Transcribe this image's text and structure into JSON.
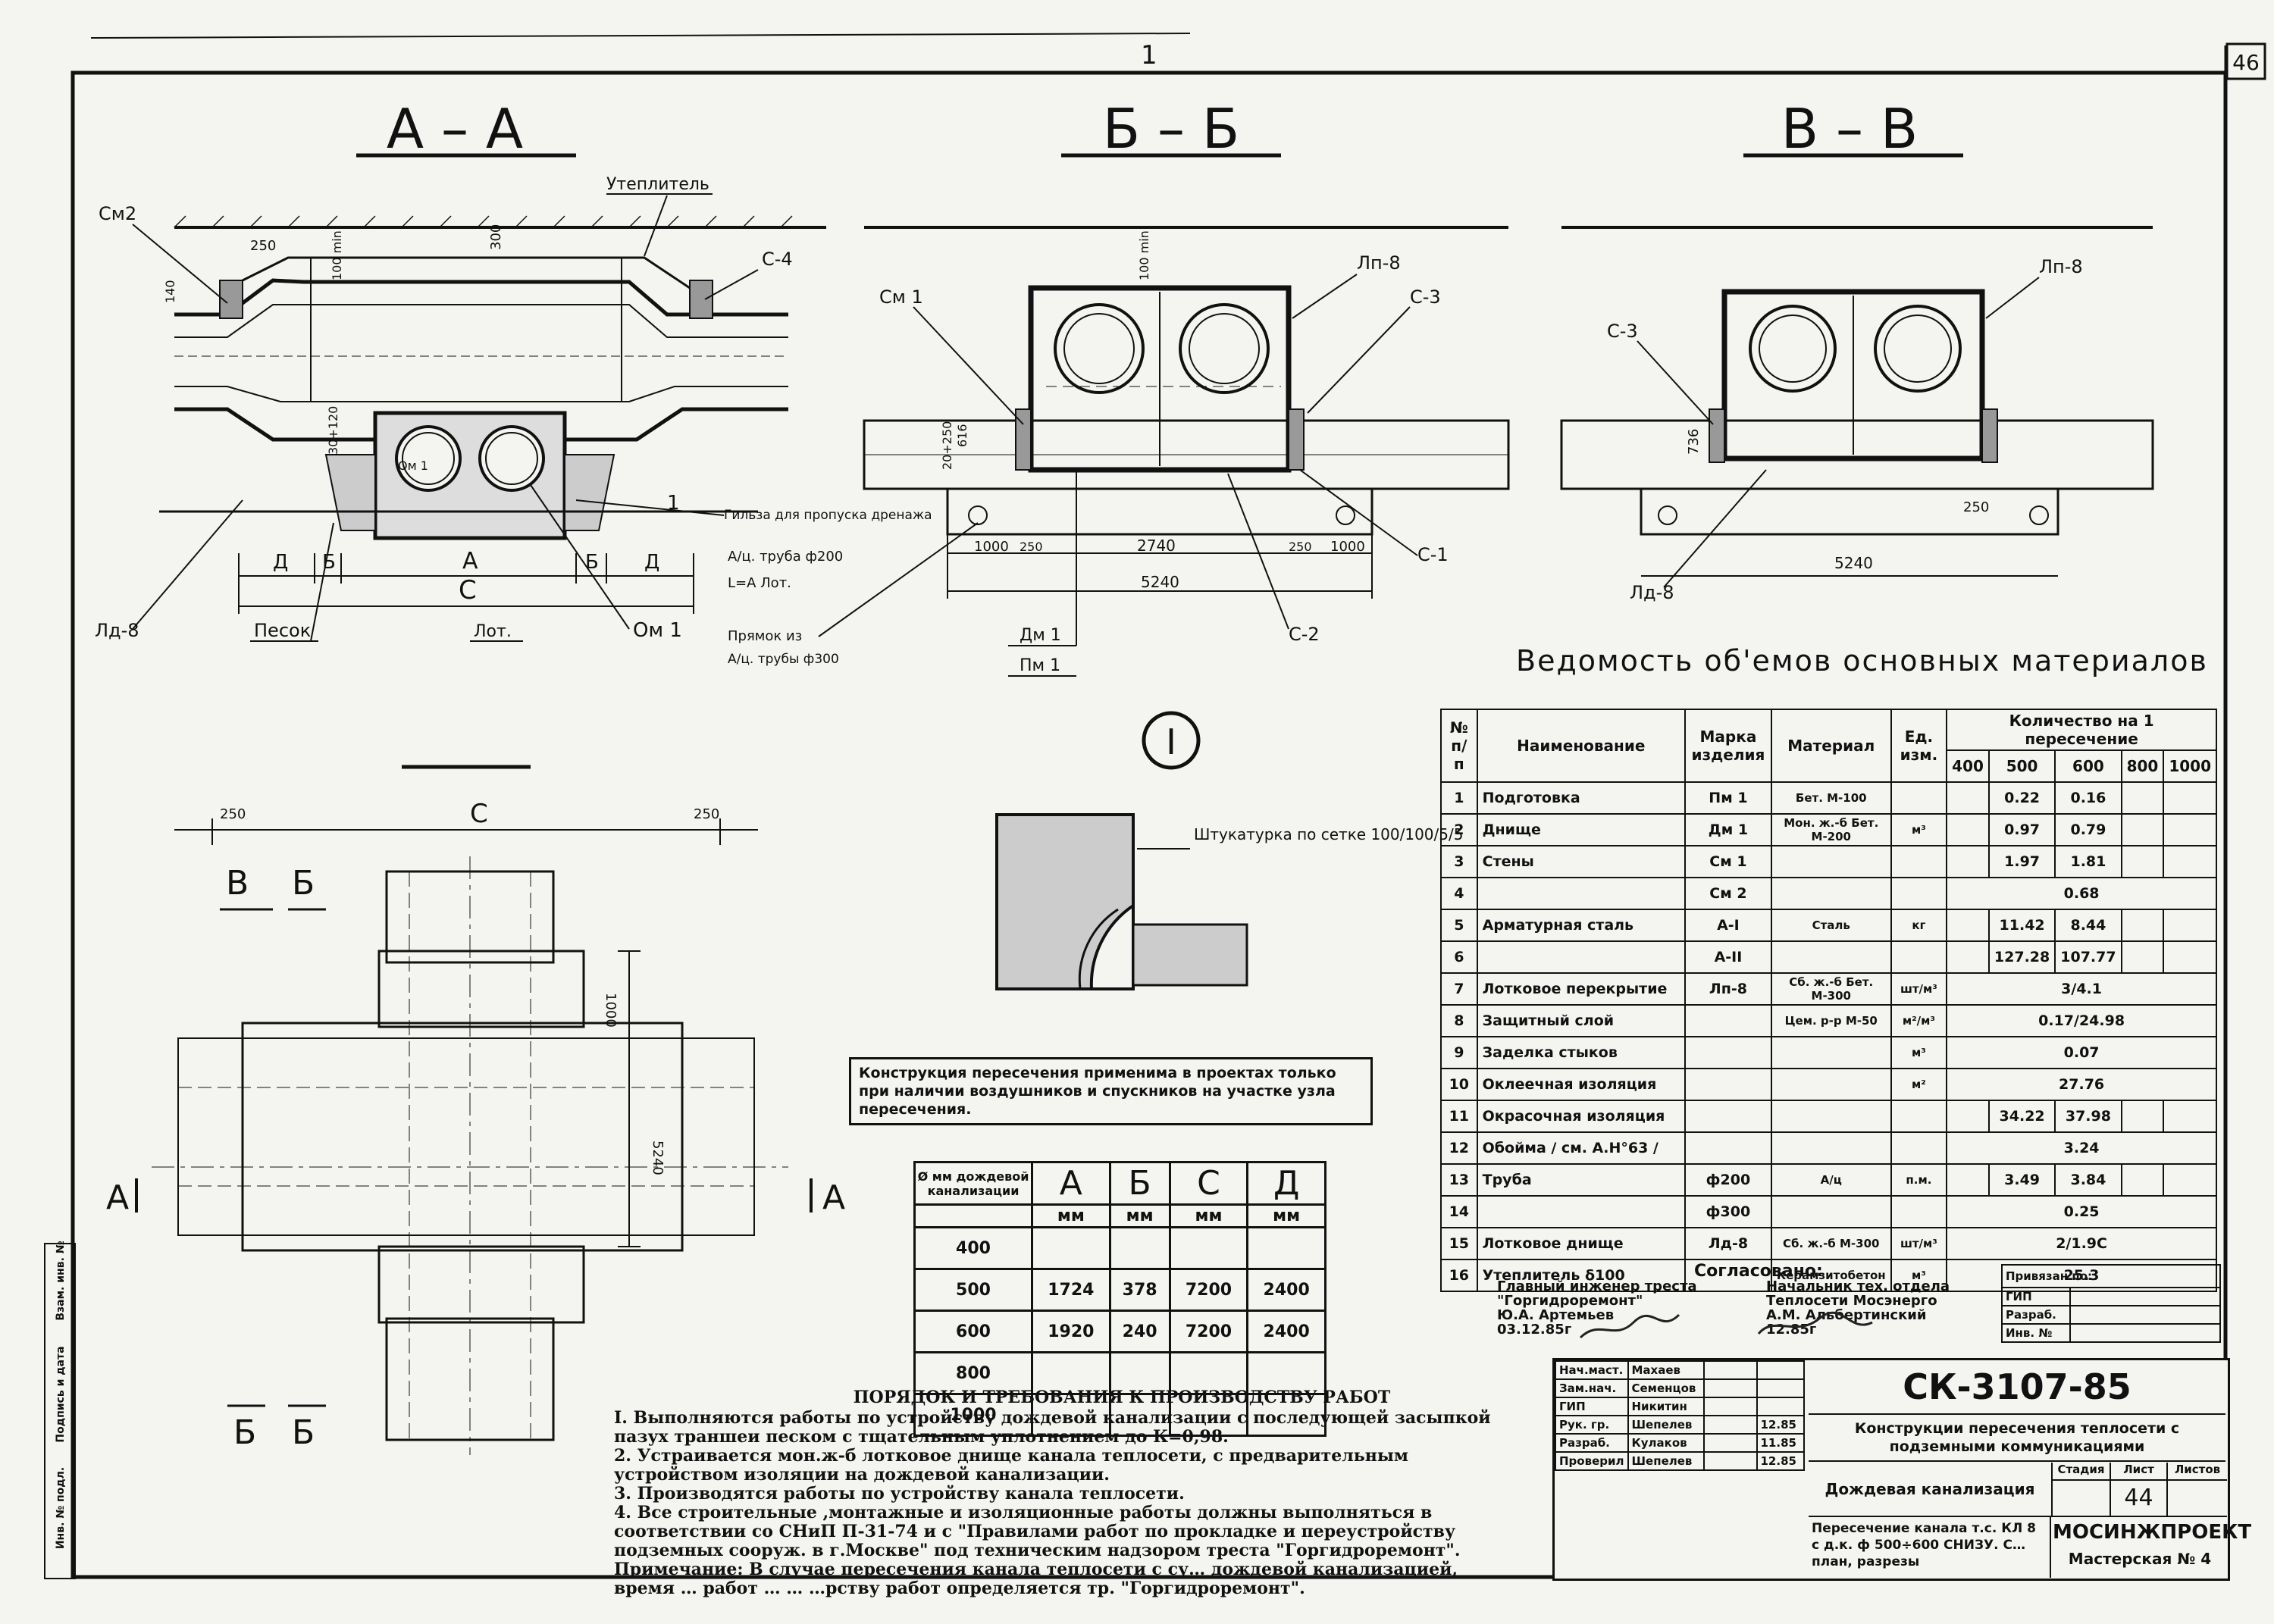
{
  "sheet_number": "46",
  "top_mark": "1",
  "sections": {
    "aa": {
      "title": "А  –  А",
      "labels": [
        "Утеплитель",
        "См2",
        "С-4",
        "250",
        "300",
        "100 min",
        "30+120",
        "140",
        "Ом 1",
        "1",
        "Гильза для пропуска дренажа",
        "А/ц. труба ф200",
        "L=А Лот.",
        "Д",
        "Б",
        "А",
        "Б",
        "Д",
        "С",
        "Лд-8",
        "Песок",
        "Лот.",
        "Ом 1"
      ]
    },
    "bb": {
      "title": "Б  –  Б",
      "labels": [
        "См 1",
        "Лп-8",
        "С-3",
        "100 min",
        "616",
        "20+250",
        "1000",
        "250",
        "2740",
        "250",
        "1000",
        "5240",
        "С-1",
        "С-2",
        "Прямок из",
        "А/ц. трубы ф300",
        "Дм 1",
        "Пм 1"
      ]
    },
    "vv": {
      "title": "В  –  В",
      "labels": [
        "Лп-8",
        "С-3",
        "736",
        "250",
        "5240",
        "Лд-8"
      ]
    },
    "plan": {
      "title": "ПЛАН",
      "labels": [
        "С",
        "250",
        "250",
        "В",
        "Б",
        "1000",
        "5240",
        "А",
        "А",
        "Б",
        "Б"
      ]
    },
    "node": {
      "label": "I",
      "note": "Штукатурка по сетке 100/100/5/5"
    }
  },
  "construction_note": "Конструкция пересечения применима в проектах только при наличии воздушников и спускников на участке узла пересечения.",
  "dim_table": {
    "headers": [
      "Ø мм дождевой канализации",
      "А",
      "Б",
      "С",
      "Д"
    ],
    "units": [
      "",
      "мм",
      "мм",
      "мм",
      "мм"
    ],
    "rows": [
      [
        "400",
        "",
        "",
        "",
        ""
      ],
      [
        "500",
        "1724",
        "378",
        "7200",
        "2400"
      ],
      [
        "600",
        "1920",
        "240",
        "7200",
        "2400"
      ],
      [
        "800",
        "",
        "",
        "",
        ""
      ],
      [
        "1000",
        "",
        "",
        "",
        ""
      ]
    ]
  },
  "materials": {
    "title": "Ведомость об'емов основных материалов",
    "header_main": [
      "№ п/п",
      "Наименование",
      "Марка изделия",
      "Материал",
      "Ед. изм.",
      "Количество на 1 пересечение"
    ],
    "header_sizes": [
      "400",
      "500",
      "600",
      "800",
      "1000"
    ],
    "rows": [
      {
        "n": "1",
        "name": "Подготовка",
        "mark": "Пм 1",
        "mat": "Бет. М-100",
        "unit": "",
        "q": [
          "",
          "0.22",
          "0.16",
          "",
          ""
        ]
      },
      {
        "n": "2",
        "name": "Днище",
        "mark": "Дм 1",
        "mat": "Мон. ж.-б Бет. М-200",
        "unit": "м³",
        "q": [
          "",
          "0.97",
          "0.79",
          "",
          ""
        ]
      },
      {
        "n": "3",
        "name": "Стены",
        "mark": "См 1",
        "mat": "",
        "unit": "",
        "q": [
          "",
          "1.97",
          "1.81",
          "",
          ""
        ]
      },
      {
        "n": "4",
        "name": "",
        "mark": "См 2",
        "mat": "",
        "unit": "",
        "merged": "0.68"
      },
      {
        "n": "5",
        "name": "Арматурная сталь",
        "mark": "А-I",
        "mat": "Сталь",
        "unit": "кг",
        "q": [
          "",
          "11.42",
          "8.44",
          "",
          ""
        ]
      },
      {
        "n": "6",
        "name": "",
        "mark": "А-II",
        "mat": "",
        "unit": "",
        "q": [
          "",
          "127.28",
          "107.77",
          "",
          ""
        ]
      },
      {
        "n": "7",
        "name": "Лотковое перекрытие",
        "mark": "Лп-8",
        "mat": "Сб. ж.-б Бет. М-300",
        "unit": "шт/м³",
        "merged": "3/4.1"
      },
      {
        "n": "8",
        "name": "Защитный слой",
        "mark": "",
        "mat": "Цем. р-р М-50",
        "unit": "м²/м³",
        "merged": "0.17/24.98"
      },
      {
        "n": "9",
        "name": "Заделка стыков",
        "mark": "",
        "mat": "",
        "unit": "м³",
        "merged": "0.07"
      },
      {
        "n": "10",
        "name": "Оклеечная изоляция",
        "mark": "",
        "mat": "",
        "unit": "м²",
        "merged": "27.76"
      },
      {
        "n": "11",
        "name": "Окрасочная изоляция",
        "mark": "",
        "mat": "",
        "unit": "",
        "q": [
          "",
          "34.22",
          "37.98",
          "",
          ""
        ]
      },
      {
        "n": "12",
        "name": "Обойма / см. А.Н°63 /",
        "mark": "",
        "mat": "",
        "unit": "",
        "merged": "3.24"
      },
      {
        "n": "13",
        "name": "Труба",
        "mark": "ф200",
        "mat": "А/ц",
        "unit": "п.м.",
        "q": [
          "",
          "3.49",
          "3.84",
          "",
          ""
        ]
      },
      {
        "n": "14",
        "name": "",
        "mark": "ф300",
        "mat": "",
        "unit": "",
        "merged": "0.25"
      },
      {
        "n": "15",
        "name": "Лотковое днище",
        "mark": "Лд-8",
        "mat": "Сб. ж.-б М-300",
        "unit": "шт/м³",
        "merged": "2/1.9С"
      },
      {
        "n": "16",
        "name": "Утеплитель δ100",
        "mark": "",
        "mat": "Керамзитобетон",
        "unit": "м³",
        "merged": "25.3"
      }
    ]
  },
  "agreed": {
    "title": "Согласовано:",
    "left": [
      "Главный инженер треста",
      "\"Горгидроремонт\"",
      "Ю.А. Артемьев",
      "03.12.85г"
    ],
    "right": [
      "Начальник тех. отдела",
      "Теплосети Мосэнерго",
      "А.М. Альбертинский",
      "12.85г"
    ]
  },
  "reference": {
    "label": "Привязан по:",
    "rows": [
      "ГИП",
      "Разраб."
    ],
    "inv": "Инв. №"
  },
  "works": {
    "title": "Порядок и требования к производству работ",
    "items": [
      "I. Выполняются работы по устройству дождевой канализации с последующей засыпкой пазух траншеи песком с тщательным уплотнением до К=0,98.",
      "2. Устраивается мон.ж-б лотковое днище канала теплосети, с предварительным устройством изоляции на дождевой канализации.",
      "3. Производятся работы по устройству канала теплосети.",
      "4. Все строительные ,монтажные и изоляционные работы должны выполняться в соответствии со СНиП П-31-74 и с \"Правилами работ по прокладке и переустройству подземных сооруж. в г.Москве\" под техническим надзором треста \"Горгидроремонт\".",
      "Примечание: В случае пересечения канала теплосети с су…  дождевой канализацией, время … работ …  …  …рству работ определяется тр. \"Горгидроремонт\"."
    ]
  },
  "stamp": {
    "doc_code": "СК-3107-85",
    "people": [
      [
        "Нач.маст.",
        "Махаев"
      ],
      [
        "Зам.нач.",
        "Семенцов"
      ],
      [
        "ГИП",
        "Никитин"
      ],
      [
        "Рук. гр.",
        "Шепелев"
      ],
      [
        "Разраб.",
        "Кулаков"
      ],
      [
        "Проверил",
        "Шепелев"
      ]
    ],
    "dates": [
      "12.85",
      "11.85",
      "12.85"
    ],
    "project": "Конструкции пересечения теплосети с подземными коммуникациями",
    "object": "Дождевая канализация",
    "sheet_title": "Пересечение канала т.с. КЛ 8 с д.к. ф 500÷600 СНИЗУ. С… план, разрезы",
    "stage_label": "Стадия",
    "sheet_label": "Лист",
    "sheets_label": "Листов",
    "sheet_no": "44",
    "org": "МОСИНЖПРОЕКТ",
    "workshop": "Мастерская № 4"
  },
  "side_stamp": [
    "Инв. № подл.",
    "Подпись и дата",
    "Взам. инв. №"
  ]
}
